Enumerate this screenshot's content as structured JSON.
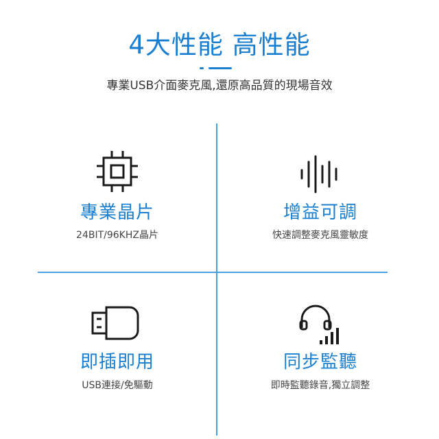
{
  "header": {
    "title": "4大性能 高性能",
    "subtitle": "專業USB介面麥克風,還原高品質的現場音效"
  },
  "colors": {
    "accent": "#1a7fd0",
    "divider": "#4a9fe3",
    "icon": "#1a1a1a"
  },
  "features": [
    {
      "icon": "chip-icon",
      "title": "專業晶片",
      "desc": "24BIT/96KHZ晶片"
    },
    {
      "icon": "sound-wave-icon",
      "title": "增益可調",
      "desc": "快速調整麥克風靈敏度"
    },
    {
      "icon": "usb-plug-icon",
      "title": "即插即用",
      "desc": "USB連接/免驅動"
    },
    {
      "icon": "headphone-monitor-icon",
      "title": "同步監聽",
      "desc": "即時監聽錄音,獨立調整"
    }
  ]
}
